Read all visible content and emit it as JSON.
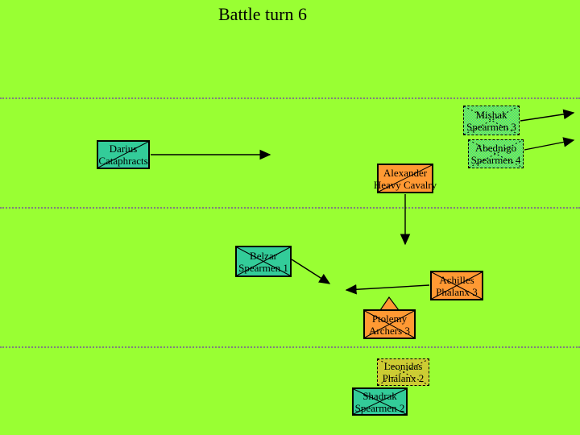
{
  "title": "Battle turn 6",
  "colors": {
    "background": "#99FF33",
    "unit_teal": "#33CC99",
    "unit_orange": "#FF9933",
    "sector_line": "#808080",
    "arrow": "#000000",
    "text": "#000000"
  },
  "units": {
    "mishak": {
      "line1": "Mishak",
      "line2": "Spearmen 3"
    },
    "abednigo": {
      "line1": "Abednigo",
      "line2": "Spearmen 4"
    },
    "darius": {
      "line1": "Darius",
      "line2": "Cataphracts"
    },
    "alexander": {
      "line1": "Alexander",
      "line2": "Heavy Cavalry"
    },
    "belzar": {
      "line1": "Belzar",
      "line2": "Spearmen 1"
    },
    "achilles": {
      "line1": "Achilles",
      "line2": "Phalanx 3"
    },
    "ptolemy": {
      "line1": "Ptolemy",
      "line2": "Archers 3"
    },
    "leonidas": {
      "line1": "Leonidas",
      "line2": "Phalanx 2"
    },
    "shadrak": {
      "line1": "Shadrak",
      "line2": "Spearmen 2"
    }
  }
}
